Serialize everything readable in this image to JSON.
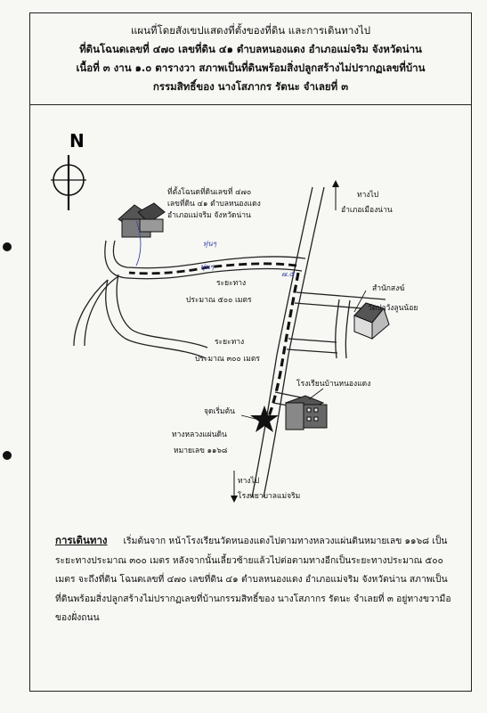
{
  "header": {
    "line1": "แผนที่โดยสังเขปแสดงที่ตั้งของที่ดิน และการเดินทางไป",
    "line2": "ที่ดินโฉนดเลขที่ ๔๗๐ เลขที่ดิน ๔๑ ตำบลหนองแดง อำเภอแม่จริม จังหวัดน่าน",
    "line3": "เนื้อที่ ๓ งาน ๑.๐ ตารางวา สภาพเป็นที่ดินพร้อมสิ่งปลูกสร้างไม่ปรากฏเลขที่บ้าน",
    "line4": "กรรมสิทธิ์ของ นางโสภากร รัตนะ จำเลยที่ ๓"
  },
  "map": {
    "north": "N",
    "parcel_label": [
      "ที่ตั้งโฉนดที่ดินเลขที่ ๔๗๐",
      "เลขที่ดิน ๔๑ ตำบลหนองแดง",
      "อำเภอแม่จริม จังหวัดน่าน"
    ],
    "to_mueang": [
      "ทางไป",
      "อำเภอเมืองน่าน"
    ],
    "temple": [
      "สำนักสงฆ์",
      "วัดปาวังลูนน้อย"
    ],
    "dist_500": [
      "ระยะทาง",
      "ประมาณ ๕๐๐ เมตร"
    ],
    "dist_300": [
      "ระยะทาง",
      "ประมาณ ๓๐๐ เมตร"
    ],
    "school": "โรงเรียนบ้านหนองแดง",
    "start": "จุดเริ่มต้น",
    "highway": [
      "ทางหลวงแผ่นดิน",
      "หมายเลข ๑๑๖๘"
    ],
    "to_hospital": [
      "ทางไป",
      "โรงพยาบาลแม่จริม"
    ],
    "handwritten": [
      "ทุ่นๆ",
      "ทุ่นๆ",
      "๗.๕"
    ]
  },
  "description": {
    "heading": "การเดินทาง",
    "text": "เริ่มต้นจาก หน้าโรงเรียนวัดหนองแดงไปตามทางหลวงแผ่นดินหมายเลข ๑๑๖๘ เป็นระยะทางประมาณ ๓๐๐ เมตร หลังจากนั้นเลี้ยวซ้ายแล้วไปต่อตามทางอีกเป็นระยะทางประมาณ ๕๐๐ เมตร จะถึงที่ดิน โฉนดเลขที่ ๔๗๐ เลขที่ดิน ๔๑ ตำบลหนองแดง อำเภอแม่จริม จังหวัดน่าน สภาพเป็นที่ดินพร้อมสิ่งปลูกสร้างไม่ปรากฏเลขที่บ้านกรรมสิทธิ์ของ นางโสภากร รัตนะ จำเลยที่ ๓ อยู่ทางขวามือของฝั่งถนน"
  }
}
